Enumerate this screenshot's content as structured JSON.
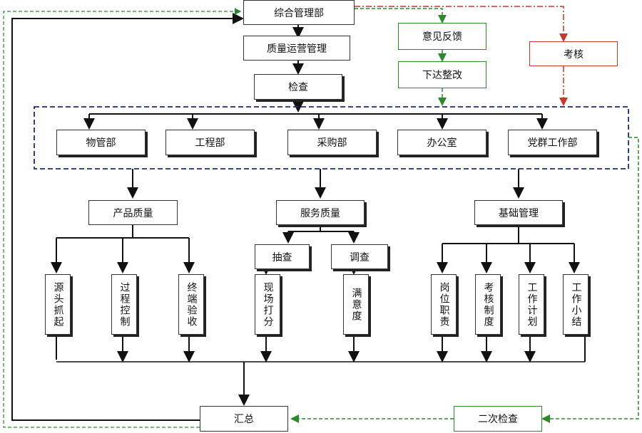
{
  "top": {
    "label": "综合管理部"
  },
  "quality_ops": {
    "label": "质量运营管理"
  },
  "inspect": {
    "label": "检查"
  },
  "feedback": {
    "label": "意见反馈"
  },
  "rectify": {
    "label": "下达整改"
  },
  "assessment": {
    "label": "考核"
  },
  "departments": [
    {
      "label": "物管部"
    },
    {
      "label": "工程部"
    },
    {
      "label": "采购部"
    },
    {
      "label": "办公室"
    },
    {
      "label": "党群工作部"
    }
  ],
  "categories": [
    {
      "label": "产品质量"
    },
    {
      "label": "服务质量"
    },
    {
      "label": "基础管理"
    }
  ],
  "service_sub": [
    {
      "label": "抽查"
    },
    {
      "label": "调查"
    }
  ],
  "leaves": [
    {
      "label": "源头抓起"
    },
    {
      "label": "过程控制"
    },
    {
      "label": "终端验收"
    },
    {
      "label": "现场打分"
    },
    {
      "label": "满意度"
    },
    {
      "label": "岗位职责"
    },
    {
      "label": "考核制度"
    },
    {
      "label": "工作计划"
    },
    {
      "label": "工作小结"
    }
  ],
  "summary": {
    "label": "汇总"
  },
  "recheck": {
    "label": "二次检查"
  },
  "colors": {
    "line": "#111111",
    "green": "#2a8a2a",
    "red": "#c0392b",
    "dept_frame": "#1f2d6b"
  }
}
